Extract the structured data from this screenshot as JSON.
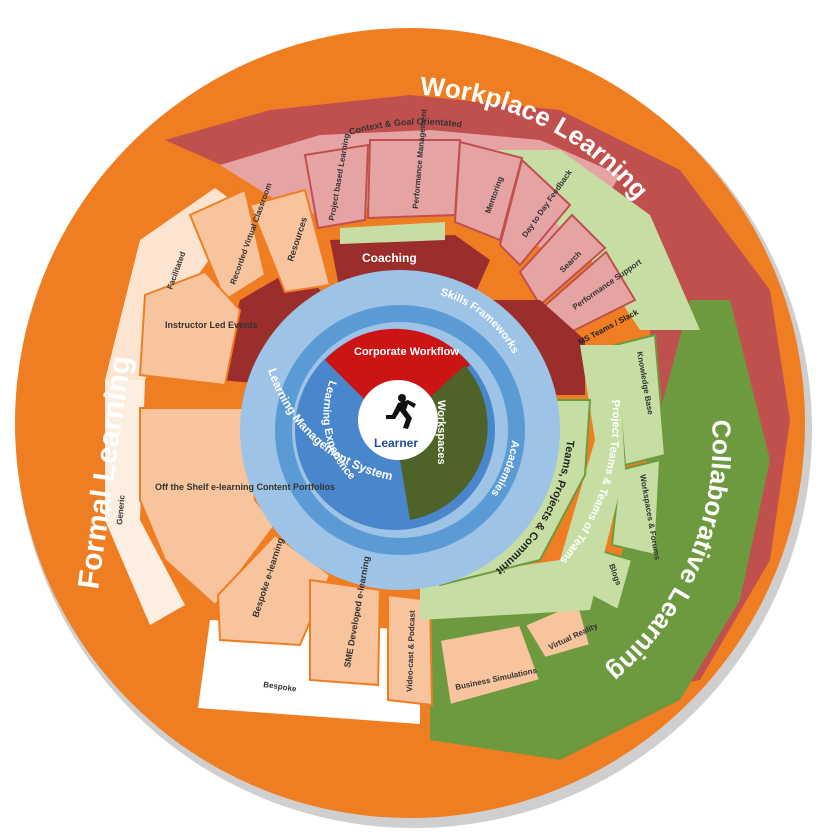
{
  "colors": {
    "orange": "#ef7d22",
    "red": "#c0504d",
    "green": "#6d9a3f",
    "peach": "#f8c49d",
    "pink": "#e6a3a3",
    "lightgreen": "#c6dea3",
    "darkred": "#9c2d2d",
    "blue_outer": "#9dc3e6",
    "blue_mid": "#5b9bd5",
    "blue_inner": "#4a86cc",
    "corp_red": "#cc1414",
    "dark_green": "#4f6228"
  },
  "outer_labels": {
    "workplace": "Workplace Learning",
    "formal": "Formal Learning",
    "collaborative": "Collaborative Learning"
  },
  "bands": {
    "context": "Context & Goal Orientated",
    "facilitated": "Facilitated",
    "generic": "Generic",
    "bespoke": "Bespoke",
    "ms_teams": "MS Teams / Slack"
  },
  "segments": {
    "project_based": "Project based Learning",
    "performance_mgmt": "Performance Management",
    "mentoring": "Mentoring",
    "day_to_day": "Day to Day Feedback",
    "search": "Search",
    "performance_support": "Performance Support",
    "recorded": "Recorded Virtual Classroom",
    "resources": "Resources",
    "instructor": "Instructor Led Events",
    "off_the_shelf": "Off the Shelf e-learning Content Portfolios",
    "bespoke_elearning": "Bespoke e-learning",
    "sme": "SME Developed e-learning",
    "videocast": "Video-cast & Podcast",
    "business_sims": "Business Simulations",
    "virtual_reality": "Virtual Reality",
    "knowledge_base": "Knowledge Base",
    "workspaces_forums": "Workspaces & Forums",
    "blogs": "Blogs",
    "coaching": "Coaching"
  },
  "rings": {
    "project_teams": "Project Teams & Teams of Teams",
    "teams_projects": "Teams, Projects & Communities",
    "lms": "Learning Management System",
    "skills": "Skills Frameworks",
    "academies": "Academies",
    "lxp": "Learning Experience"
  },
  "core": {
    "corporate": "Corporate Workflow",
    "workspaces": "Workspaces",
    "learner": "Learner"
  }
}
